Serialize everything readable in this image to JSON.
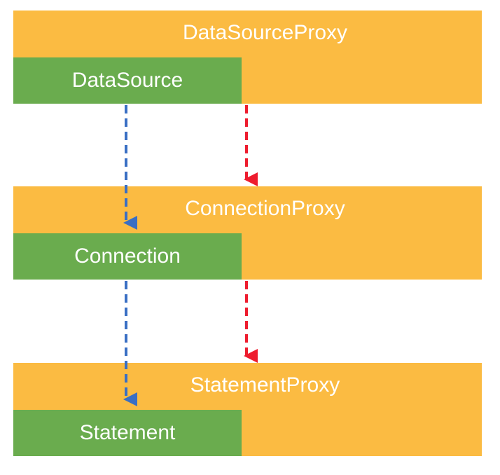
{
  "layers": [
    {
      "proxy_label": "DataSourceProxy",
      "inner_label": "DataSource"
    },
    {
      "proxy_label": "ConnectionProxy",
      "inner_label": "Connection"
    },
    {
      "proxy_label": "StatementProxy",
      "inner_label": "Statement"
    }
  ],
  "colors": {
    "proxy": "#FBBB42",
    "inner": "#6AAC4E",
    "blue_arrow": "#3A6FC4",
    "red_arrow": "#EE1C2E"
  }
}
